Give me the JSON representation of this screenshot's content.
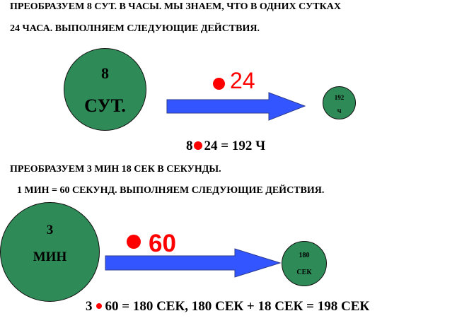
{
  "section1": {
    "line1": "ПРЕОБРАЗУЕМ  8 СУТ. В ЧАСЫ.  МЫ ЗНАЕМ, ЧТО В ОДНИХ СУТКАХ",
    "line2": "24 ЧАСА. ВЫПОЛНЯЕМ СЛЕДУЮЩИЕ ДЕЙСТВИЯ.",
    "big_value": "8",
    "big_unit": "СУТ.",
    "multiplier": "24",
    "small_value": "192",
    "small_unit": "Ч",
    "eq_left": "8",
    "eq_right": "24 = 192 Ч"
  },
  "section2": {
    "line1": "ПРЕОБРАЗУЕМ  3 МИН 18 СЕК В  СЕКУНДЫ.",
    "line2": "1 МИН = 60 СЕКУНД.   ВЫПОЛНЯЕМ СЛЕДУЮЩИЕ ДЕЙСТВИЯ.",
    "big_value": "3",
    "big_unit": "МИН",
    "multiplier": "60",
    "small_value": "180",
    "small_unit": "СЕК",
    "eq_left": "3",
    "eq_right": "60 = 180 СЕК,  180 СЕК + 18 СЕК = 198 СЕК"
  },
  "colors": {
    "circle": "#2e8b57",
    "arrow": "#3355ff",
    "dot": "#ff0000"
  }
}
